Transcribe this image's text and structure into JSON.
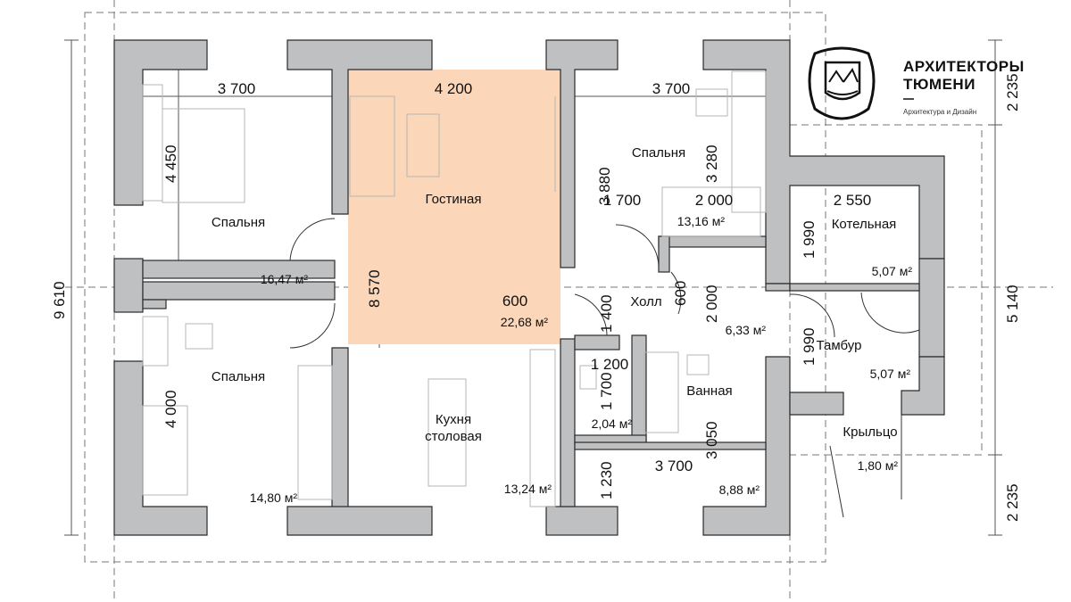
{
  "brand": {
    "name_line1": "АРХИТЕКТОРЫ",
    "name_line2": "ТЮМЕНИ",
    "tagline": "Архитектура и Дизайн"
  },
  "rooms": {
    "bedroom_nw": {
      "name": "Спальня",
      "area": "16,47 м²"
    },
    "living": {
      "name": "Гостиная",
      "area": "22,68 м²"
    },
    "bedroom_ne": {
      "name": "Спальня",
      "area": "13,16 м²"
    },
    "boiler": {
      "name": "Котельная",
      "area": "5,07 м²"
    },
    "hall": {
      "name": "Холл",
      "area": "6,33 м²"
    },
    "vestibule": {
      "name": "Тамбур",
      "area": "5,07 м²"
    },
    "bedroom_sw": {
      "name": "Спальня",
      "area": "14,80 м²"
    },
    "kitchen": {
      "name_line1": "Кухня",
      "name_line2": "столовая",
      "area": "13,24 м²"
    },
    "wc": {
      "area": "2,04 м²"
    },
    "bathroom": {
      "name": "Ванная",
      "area": "8,88 м²"
    },
    "porch": {
      "name": "Крыльцо",
      "area": "1,80 м²"
    },
    "closet": {
      "area": "8,88 м²"
    }
  },
  "dimensions": {
    "top_1": "3 700",
    "top_2": "4 200",
    "top_3": "3 700",
    "bed_nw_h": "4 450",
    "bed_ne_h1": "3 880",
    "bed_ne_h2": "3 280",
    "bed_ne_w1": "1 700",
    "bed_ne_w2": "2 000",
    "boiler_w": "2 550",
    "boiler_h": "1 990",
    "living_h": "8 570",
    "living_600": "600",
    "hall_1400": "1 400",
    "hall_600": "600",
    "hall_2000": "2 000",
    "vest_h": "1 990",
    "bed_sw_h": "4 000",
    "wc_w": "1 200",
    "wc_h": "1 700",
    "bath_h": "3 050",
    "bath_w": "3 700",
    "closet_h": "1 230",
    "total_h": "9 610",
    "right_top": "2 235",
    "right_mid": "5 140",
    "right_bot": "2 235"
  },
  "colors": {
    "living_fill": "#fbd6b8",
    "wall_fill": "#bfc0c2"
  }
}
